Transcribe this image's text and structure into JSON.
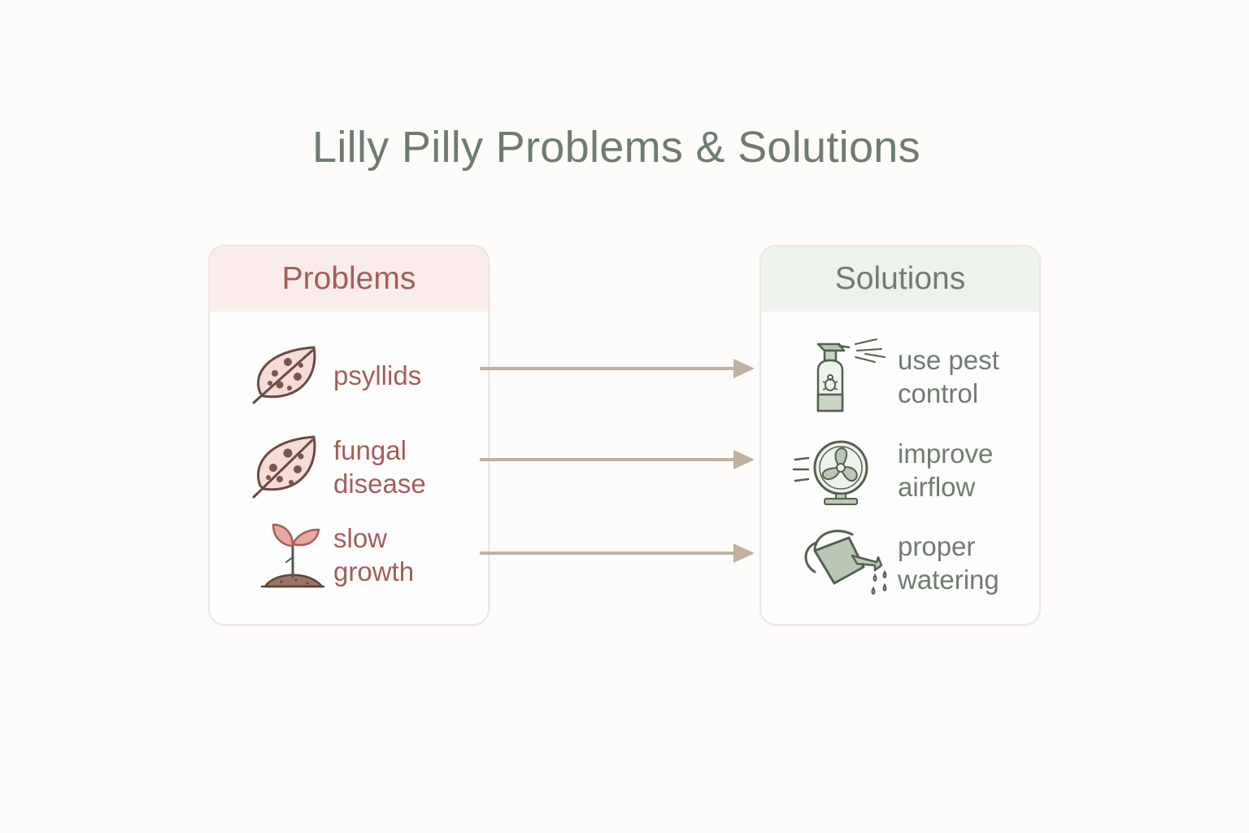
{
  "title": "Lilly Pilly Problems & Solutions",
  "problems": {
    "header": "Problems",
    "items": [
      {
        "label": "psyllids",
        "icon": "spotted-leaf-icon"
      },
      {
        "label": "fungal\ndisease",
        "icon": "diseased-leaf-icon"
      },
      {
        "label": "slow\ngrowth",
        "icon": "seedling-icon"
      }
    ]
  },
  "solutions": {
    "header": "Solutions",
    "items": [
      {
        "label": "use pest\ncontrol",
        "icon": "spray-bottle-icon"
      },
      {
        "label": "improve\nairflow",
        "icon": "fan-icon"
      },
      {
        "label": "proper\nwatering",
        "icon": "watering-can-icon"
      }
    ]
  },
  "colors": {
    "title": "#6e7c6d",
    "problem_text": "#a35e58",
    "problem_header_bg": "#fbecec",
    "solution_text": "#6f7d6c",
    "solution_header_bg": "#eef2ed",
    "arrow": "#c2b1a0"
  }
}
